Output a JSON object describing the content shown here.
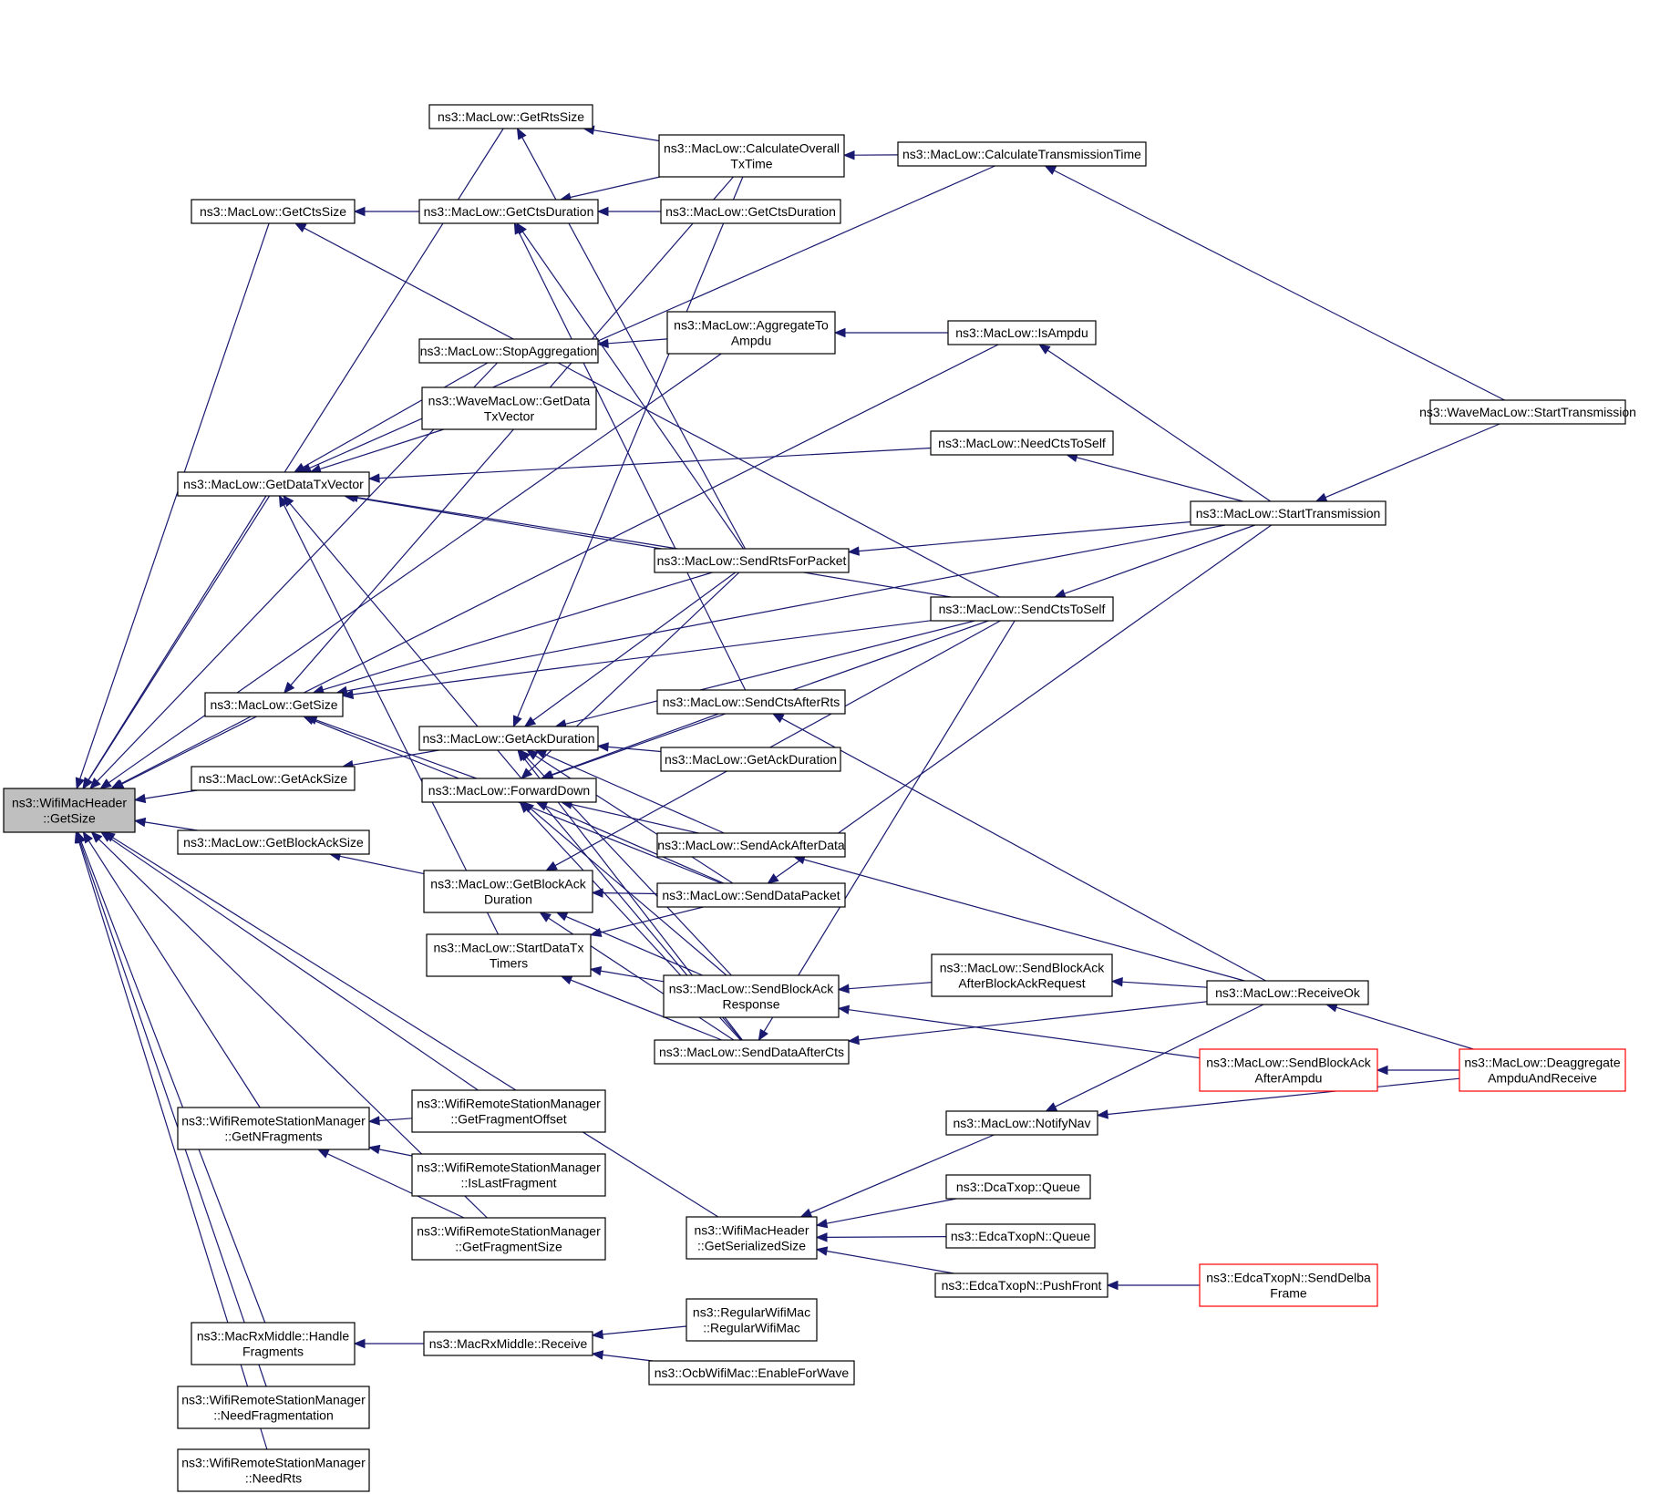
{
  "colors": {
    "edge": "#191970",
    "node_border": "#000000",
    "node_border_truncated": "#ff0000",
    "node_fill": "#ffffff",
    "root_fill": "#bfbfbf"
  },
  "nodes": [
    {
      "id": "root",
      "lines": [
        "ns3::WifiMacHeader",
        "::GetSize"
      ]
    },
    {
      "id": "getrtssize",
      "lines": [
        "ns3::MacLow::GetRtsSize"
      ]
    },
    {
      "id": "getctssize",
      "lines": [
        "ns3::MacLow::GetCtsSize"
      ]
    },
    {
      "id": "getdatatxvector",
      "lines": [
        "ns3::MacLow::GetDataTxVector"
      ]
    },
    {
      "id": "getsize",
      "lines": [
        "ns3::MacLow::GetSize"
      ]
    },
    {
      "id": "getacksize",
      "lines": [
        "ns3::MacLow::GetAckSize"
      ]
    },
    {
      "id": "getblockacksize",
      "lines": [
        "ns3::MacLow::GetBlockAckSize"
      ]
    },
    {
      "id": "getnfragments",
      "lines": [
        "ns3::WifiRemoteStationManager",
        "::GetNFragments"
      ]
    },
    {
      "id": "handlefragments",
      "lines": [
        "ns3::MacRxMiddle::Handle",
        "Fragments"
      ]
    },
    {
      "id": "needfragmentation",
      "lines": [
        "ns3::WifiRemoteStationManager",
        "::NeedFragmentation"
      ]
    },
    {
      "id": "needrts",
      "lines": [
        "ns3::WifiRemoteStationManager",
        "::NeedRts"
      ]
    },
    {
      "id": "getctsduration",
      "lines": [
        "ns3::MacLow::GetCtsDuration"
      ]
    },
    {
      "id": "stopaggregation",
      "lines": [
        "ns3::MacLow::StopAggregation"
      ]
    },
    {
      "id": "wavegetdatatxvector",
      "lines": [
        "ns3::WaveMacLow::GetData",
        "TxVector"
      ]
    },
    {
      "id": "getackduration",
      "lines": [
        "ns3::MacLow::GetAckDuration"
      ]
    },
    {
      "id": "forwarddown",
      "lines": [
        "ns3::MacLow::ForwardDown"
      ]
    },
    {
      "id": "getblockackduration",
      "lines": [
        "ns3::MacLow::GetBlockAck",
        "Duration"
      ]
    },
    {
      "id": "startdatatxtimers",
      "lines": [
        "ns3::MacLow::StartDataTx",
        "Timers"
      ]
    },
    {
      "id": "getfragmentoffset",
      "lines": [
        "ns3::WifiRemoteStationManager",
        "::GetFragmentOffset"
      ]
    },
    {
      "id": "islastfragment",
      "lines": [
        "ns3::WifiRemoteStationManager",
        "::IsLastFragment"
      ]
    },
    {
      "id": "getfragmentsize",
      "lines": [
        "ns3::WifiRemoteStationManager",
        "::GetFragmentSize"
      ]
    },
    {
      "id": "macrxreceive",
      "lines": [
        "ns3::MacRxMiddle::Receive"
      ]
    },
    {
      "id": "calcoveralltxtime",
      "lines": [
        "ns3::MacLow::CalculateOverall",
        "TxTime"
      ]
    },
    {
      "id": "getctsduration2",
      "lines": [
        "ns3::MacLow::GetCtsDuration"
      ]
    },
    {
      "id": "aggregatetoampdu",
      "lines": [
        "ns3::MacLow::AggregateTo",
        "Ampdu"
      ]
    },
    {
      "id": "sendrtsforpacket",
      "lines": [
        "ns3::MacLow::SendRtsForPacket"
      ]
    },
    {
      "id": "sendctsafterrts",
      "lines": [
        "ns3::MacLow::SendCtsAfterRts"
      ]
    },
    {
      "id": "getackduration2",
      "lines": [
        "ns3::MacLow::GetAckDuration"
      ]
    },
    {
      "id": "sendackafterdata",
      "lines": [
        "ns3::MacLow::SendAckAfterData"
      ]
    },
    {
      "id": "senddatapacket",
      "lines": [
        "ns3::MacLow::SendDataPacket"
      ]
    },
    {
      "id": "sendblockackresponse",
      "lines": [
        "ns3::MacLow::SendBlockAck",
        "Response"
      ]
    },
    {
      "id": "senddataaftercts",
      "lines": [
        "ns3::MacLow::SendDataAfterCts"
      ]
    },
    {
      "id": "getserializedsize",
      "lines": [
        "ns3::WifiMacHeader",
        "::GetSerializedSize"
      ]
    },
    {
      "id": "regularwifimac",
      "lines": [
        "ns3::RegularWifiMac",
        "::RegularWifiMac"
      ]
    },
    {
      "id": "enableforwave",
      "lines": [
        "ns3::OcbWifiMac::EnableForWave"
      ]
    },
    {
      "id": "calctransmissiontime",
      "lines": [
        "ns3::MacLow::CalculateTransmissionTime"
      ]
    },
    {
      "id": "isampdu",
      "lines": [
        "ns3::MacLow::IsAmpdu"
      ]
    },
    {
      "id": "needctstoself",
      "lines": [
        "ns3::MacLow::NeedCtsToSelf"
      ]
    },
    {
      "id": "sendctstoself",
      "lines": [
        "ns3::MacLow::SendCtsToSelf"
      ]
    },
    {
      "id": "sendblockackafterbar",
      "lines": [
        "ns3::MacLow::SendBlockAck",
        "AfterBlockAckRequest"
      ]
    },
    {
      "id": "sendblockackafterampdu",
      "lines": [
        "ns3::MacLow::SendBlockAck",
        "AfterAmpdu"
      ]
    },
    {
      "id": "notifynav",
      "lines": [
        "ns3::MacLow::NotifyNav"
      ]
    },
    {
      "id": "dcatxopqueue",
      "lines": [
        "ns3::DcaTxop::Queue"
      ]
    },
    {
      "id": "edcatxopnqueue",
      "lines": [
        "ns3::EdcaTxopN::Queue"
      ]
    },
    {
      "id": "pushfront",
      "lines": [
        "ns3::EdcaTxopN::PushFront"
      ]
    },
    {
      "id": "wavestarttransmission",
      "lines": [
        "ns3::WaveMacLow::StartTransmission"
      ]
    },
    {
      "id": "starttransmission",
      "lines": [
        "ns3::MacLow::StartTransmission"
      ]
    },
    {
      "id": "receiveok",
      "lines": [
        "ns3::MacLow::ReceiveOk"
      ]
    },
    {
      "id": "deaggregate",
      "lines": [
        "ns3::MacLow::Deaggregate",
        "AmpduAndReceive"
      ]
    },
    {
      "id": "senddelbaframe",
      "lines": [
        "ns3::EdcaTxopN::SendDelba",
        "Frame"
      ]
    }
  ]
}
